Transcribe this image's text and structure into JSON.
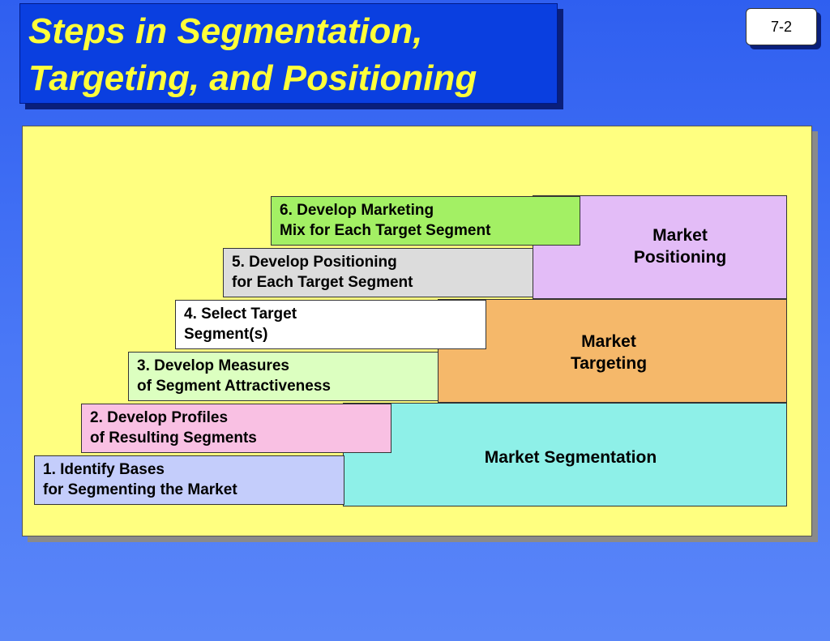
{
  "header": {
    "title_line1": "Steps in Segmentation,",
    "title_line2": "Targeting, and Positioning",
    "slide_number": "7-2"
  },
  "groups": {
    "positioning": "Market\nPositioning",
    "targeting": "Market\nTargeting",
    "segmentation": "Market Segmentation"
  },
  "steps": [
    "1.  Identify Bases\nfor Segmenting the Market",
    "2.  Develop Profiles\nof Resulting Segments",
    "3.  Develop Measures\nof Segment Attractiveness",
    "4.  Select Target\nSegment(s)",
    "5.  Develop Positioning\nfor Each Target Segment",
    "6.  Develop Marketing\nMix for Each Target Segment"
  ],
  "colors": {
    "background": "#3d6cf3",
    "title_text": "#ffff3a",
    "panel": "#ffff80",
    "positioning": "#e3bcf7",
    "targeting": "#f5b86a",
    "segmentation": "#8ef0e8",
    "step1": "#c4cdfb",
    "step2": "#f9c0e3",
    "step3": "#dcffc0",
    "step4": "#ffffff",
    "step5": "#dcdcdc",
    "step6": "#a3f064"
  }
}
